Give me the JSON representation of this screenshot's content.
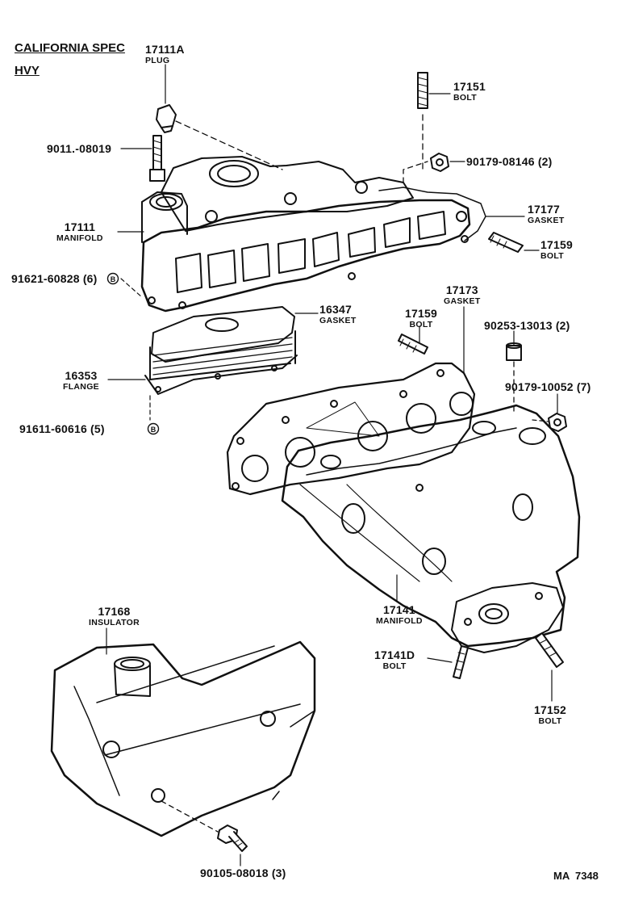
{
  "header": {
    "spec": "CALIFORNIA SPEC",
    "variant": "HVY"
  },
  "parts": {
    "p17111a": {
      "number": "17111A",
      "desc": "PLUG"
    },
    "p17151": {
      "number": "17151",
      "desc": "BOLT"
    },
    "p9011x": {
      "number": "9011.-08019"
    },
    "p90179_08146": {
      "number": "90179-08146 (2)"
    },
    "p17111": {
      "number": "17111",
      "desc": "MANIFOLD"
    },
    "p17177": {
      "number": "17177",
      "desc": "GASKET"
    },
    "p17159a": {
      "number": "17159",
      "desc": "BOLT"
    },
    "p91621": {
      "number": "91621-60828 (6)"
    },
    "p16347": {
      "number": "16347",
      "desc": "GASKET"
    },
    "p17173": {
      "number": "17173",
      "desc": "GASKET"
    },
    "p17159b": {
      "number": "17159",
      "desc": "BOLT"
    },
    "p90253": {
      "number": "90253-13013 (2)"
    },
    "p16353": {
      "number": "16353",
      "desc": "FLANGE"
    },
    "p90179_10052": {
      "number": "90179-10052 (7)"
    },
    "p91611": {
      "number": "91611-60616 (5)"
    },
    "p17168": {
      "number": "17168",
      "desc": "INSULATOR"
    },
    "p17141": {
      "number": "17141",
      "desc": "MANIFOLD"
    },
    "p17141d": {
      "number": "17141D",
      "desc": "BOLT"
    },
    "p17152": {
      "number": "17152",
      "desc": "BOLT"
    },
    "p90105": {
      "number": "90105-08018 (3)"
    }
  },
  "reference": "MA  7348",
  "icons": {
    "b_marker": "B"
  }
}
